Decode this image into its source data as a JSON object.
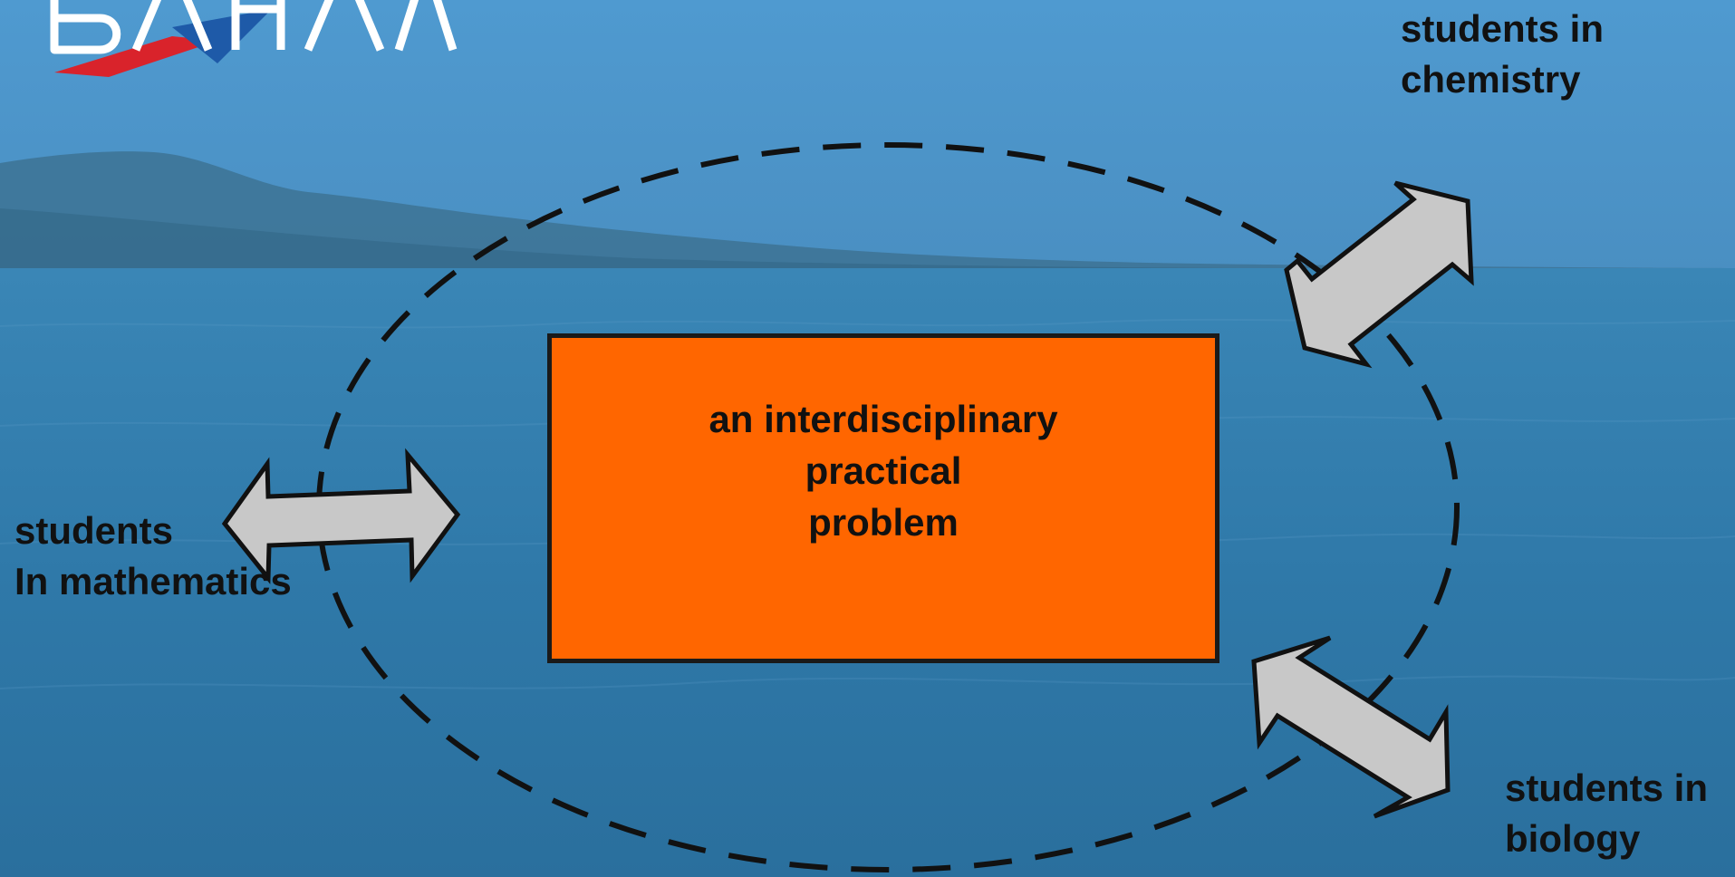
{
  "colors": {
    "sky": "#4a92c6",
    "sea": "#2f78a8",
    "island": "#3b6f8d",
    "box_fill": "#ff6600",
    "arrow_fill": "#c8c8c8",
    "outline": "#111111",
    "logo_red": "#d9232b",
    "logo_blue": "#1e5aa8"
  },
  "diagram": {
    "center_box": {
      "lines": [
        "an interdisciplinary",
        "practical",
        "problem"
      ]
    },
    "nodes": {
      "chemistry": {
        "lines": [
          "students in",
          "chemistry"
        ]
      },
      "mathematics": {
        "lines": [
          "students",
          "In mathematics"
        ]
      },
      "biology": {
        "lines": [
          "students in",
          "biology"
        ]
      }
    },
    "edges": [
      {
        "from": "center",
        "to": "chemistry",
        "style": "double-arrow"
      },
      {
        "from": "center",
        "to": "mathematics",
        "style": "double-arrow"
      },
      {
        "from": "center",
        "to": "biology",
        "style": "double-arrow"
      }
    ],
    "boundary": {
      "shape": "ellipse",
      "style": "dashed"
    }
  },
  "logo": {
    "icon": "project-logo-icon"
  }
}
